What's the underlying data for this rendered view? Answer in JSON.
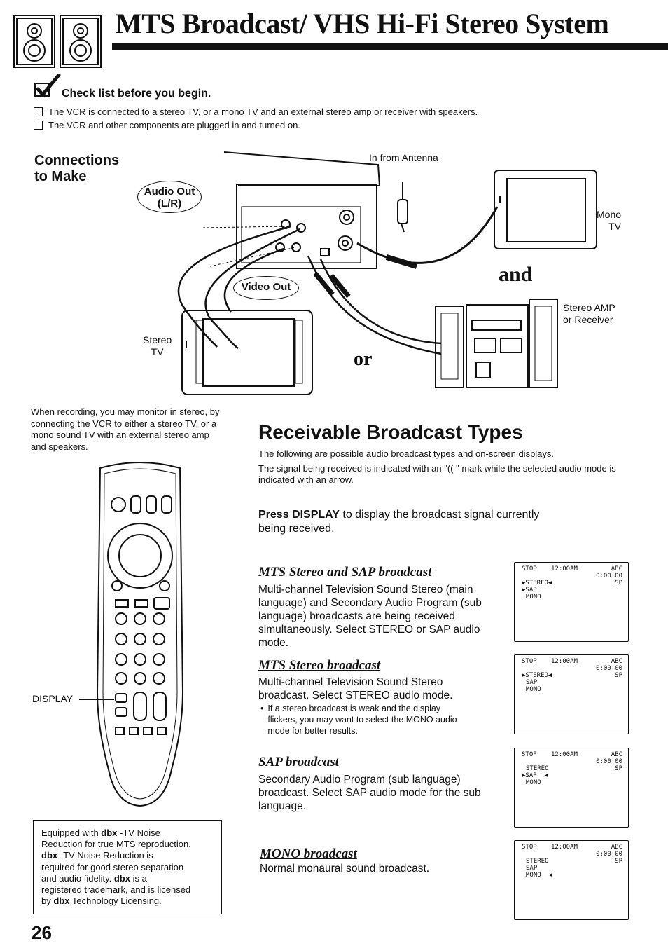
{
  "header": {
    "title": "MTS Broadcast/ VHS Hi-Fi Stereo System"
  },
  "checklist": {
    "heading": "Check list before you begin.",
    "items": [
      "The VCR is connected to a stereo TV, or a mono TV and an external stereo amp or receiver with speakers.",
      "The VCR and other components are plugged in and turned on."
    ]
  },
  "connections": {
    "heading_line1": "Connections",
    "heading_line2": "to Make",
    "audio_out_line1": "Audio Out",
    "audio_out_line2": "(L/R)",
    "video_out": "Video Out",
    "antenna": "In from Antenna",
    "mono_tv_line1": "Mono",
    "mono_tv_line2": "TV",
    "stereo_amp_line1": "Stereo AMP",
    "stereo_amp_line2": "or Receiver",
    "stereo_tv_line1": "Stereo",
    "stereo_tv_line2": "TV",
    "and_word": "and",
    "or_word": "or"
  },
  "monitor_note": "When recording, you may monitor in stereo, by connecting the VCR to either a stereo TV, or a mono sound TV with an external stereo amp and speakers.",
  "remote": {
    "display_label": "DISPLAY"
  },
  "dbx_note": {
    "l1_a": "Equipped with ",
    "l1_logo": "dbx",
    "l1_b": " -TV Noise",
    "l2": "Reduction for true MTS reproduction.",
    "l3_logo": "dbx",
    "l3_b": " -TV Noise Reduction is",
    "l4": "required for good stereo separation",
    "l5_a": "and audio fidelity. ",
    "l5_logo": "dbx",
    "l5_b": " is a",
    "l6": "registered trademark, and is licensed",
    "l7_a": "by ",
    "l7_logo": "dbx",
    "l7_b": " Technology Licensing."
  },
  "receivable": {
    "heading": "Receivable Broadcast Types",
    "intro1": "The following are possible audio broadcast types and on-screen displays.",
    "intro2": "The signal being received is indicated with an \"(( \" mark while the selected audio mode is indicated with an arrow.",
    "press_bold": "Press DISPLAY",
    "press_rest": " to display the broadcast signal currently being received."
  },
  "sections": [
    {
      "heading": "MTS Stereo and SAP broadcast",
      "body": "Multi-channel Television Sound Stereo (main language) and Secondary Audio Program (sub language) broadcasts are being received simultaneously. Select STEREO or SAP audio mode."
    },
    {
      "heading": "MTS Stereo broadcast",
      "body": "Multi-channel Television Sound Stereo broadcast. Select STEREO audio mode.",
      "bullet": "If a stereo broadcast is weak and the display flickers, you may want to select the MONO audio mode for better results."
    },
    {
      "heading": "SAP broadcast",
      "body": "Secondary Audio Program (sub language) broadcast. Select SAP audio mode for the sub language."
    },
    {
      "heading": "MONO broadcast",
      "body": "Normal monaural sound broadcast."
    }
  ],
  "screens": [
    {
      "status": "STOP",
      "clock": "12:00AM",
      "channel": "ABC",
      "counter": "0:00:00",
      "speed": "SP",
      "line_stereo": "▶STEREO◀",
      "line_sap": "▶SAP",
      "line_mono": "MONO"
    },
    {
      "status": "STOP",
      "clock": "12:00AM",
      "channel": "ABC",
      "counter": "0:00:00",
      "speed": "SP",
      "line_stereo": "▶STEREO◀",
      "line_sap": "SAP",
      "line_mono": "MONO"
    },
    {
      "status": "STOP",
      "clock": "12:00AM",
      "channel": "ABC",
      "counter": "0:00:00",
      "speed": "SP",
      "line_stereo": "STEREO",
      "line_sap": "▶SAP  ◀",
      "line_mono": "MONO"
    },
    {
      "status": "STOP",
      "clock": "12:00AM",
      "channel": "ABC",
      "counter": "0:00:00",
      "speed": "SP",
      "line_stereo": "STEREO",
      "line_sap": "SAP",
      "line_mono": "MONO  ◀"
    }
  ],
  "page_number": "26"
}
